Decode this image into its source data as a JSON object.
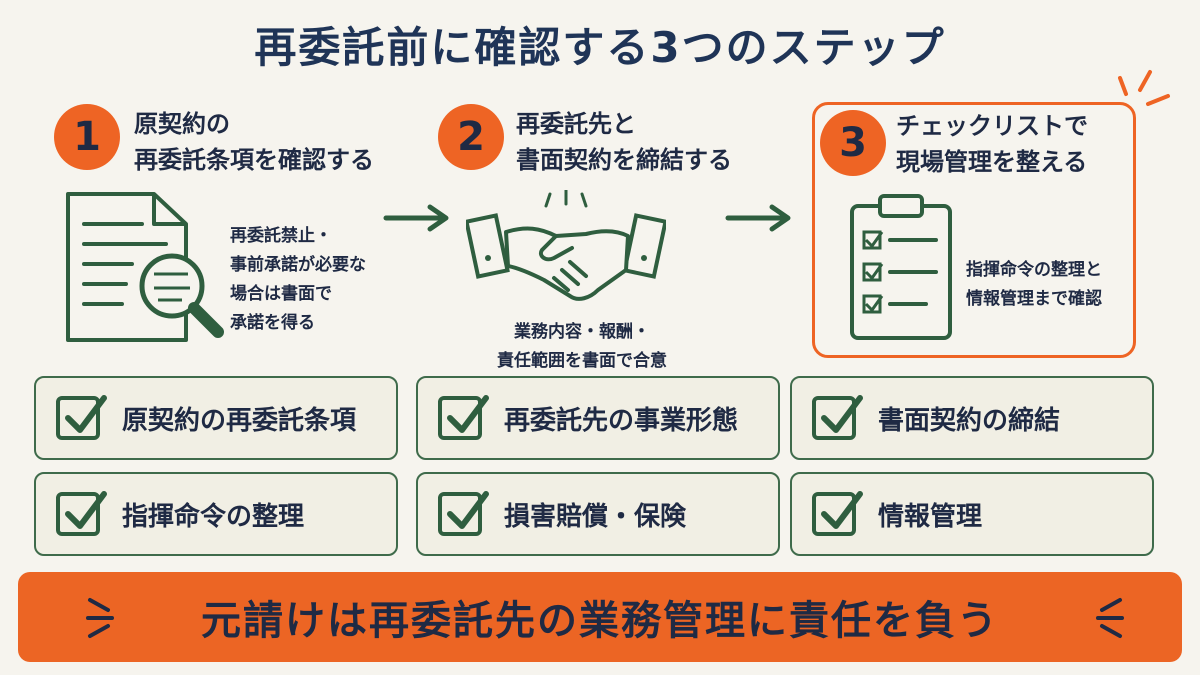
{
  "title": "再委託前に確認する3つのステップ",
  "steps": [
    {
      "number": "1",
      "title_lines": [
        "原契約の",
        "再委託条項を確認する"
      ],
      "note_lines": [
        "再委託禁止・",
        "事前承諾が必要な",
        "場合は書面で",
        "承諾を得る"
      ],
      "icon": "document-magnifier-icon"
    },
    {
      "number": "2",
      "title_lines": [
        "再委託先と",
        "書面契約を締結する"
      ],
      "note_lines": [
        "業務内容・報酬・",
        "責任範囲を書面で合意"
      ],
      "icon": "handshake-icon"
    },
    {
      "number": "3",
      "title_lines": [
        "チェックリストで",
        "現場管理を整える"
      ],
      "note_lines": [
        "指揮命令の整理と",
        "情報管理まで確認"
      ],
      "icon": "clipboard-checklist-icon"
    }
  ],
  "checklist": [
    "原契約の再委託条項",
    "再委託先の事業形態",
    "書面契約の締結",
    "指揮命令の整理",
    "損害賠償・保険",
    "情報管理"
  ],
  "banner": "元請けは再委託先の業務管理に責任を負う",
  "colors": {
    "accent": "#ee6424",
    "navy": "#1f3457",
    "green": "#2f5e3f",
    "background": "#f6f4ee"
  }
}
